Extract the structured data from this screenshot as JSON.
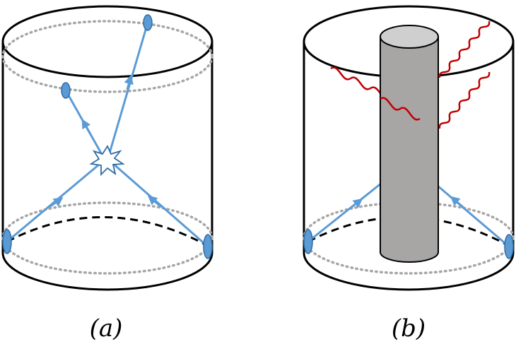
{
  "panels": [
    {
      "id": "a",
      "label": "(a)"
    },
    {
      "id": "b",
      "label": "(b)"
    }
  ],
  "colors": {
    "outline": "#000000",
    "dotted_ring": "#a6a6a6",
    "particle_line": "#5b9bd5",
    "particle_fill": "#5b9bd5",
    "vertex_stroke": "#2e6da4",
    "photon": "#c00000",
    "rod_fill": "#a8a5a5",
    "rod_top": "#d0cfcf"
  },
  "icons": {
    "vertex": "collision-burst-icon"
  }
}
